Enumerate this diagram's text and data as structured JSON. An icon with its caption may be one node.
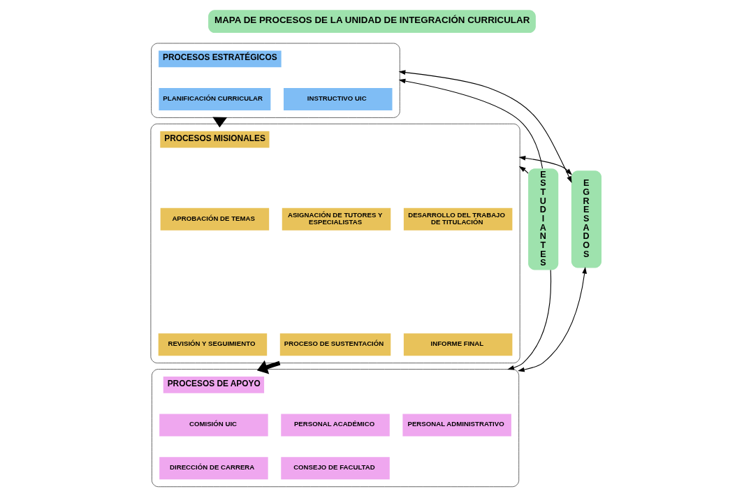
{
  "diagram": {
    "title": "MAPA DE PROCESOS DE LA UNIDAD DE INTEGRACIÓN CURRICULAR",
    "nodes": [
      {
        "text": [
          "ESTUDIANTES"
        ]
      },
      {
        "text": [],
        "shape": "box"
      },
      {
        "text": [
          "PROCESOS ESTRATÉGICOS"
        ],
        "in": 1
      },
      {
        "text": [
          "PLANIFICACIÓN CURRICULAR"
        ],
        "in": 1
      },
      {
        "text": [
          "INSTRUCTIVO UIC"
        ],
        "in": 1
      },
      {
        "text": [],
        "shape": "box"
      },
      {
        "text": [
          "PROCESOS MISIONALES"
        ],
        "in": 5
      },
      {
        "text": [
          "APROBACIÓN DE TEMAS"
        ],
        "in": 5
      },
      {
        "text": [
          "ASIGNACIÓN DE TUTORES Y ESPECIALISTAS"
        ],
        "in": 5
      },
      {
        "text": [
          "DESARROLLO DEL TRABAJO DE TITULACIÓN"
        ],
        "in": 5
      },
      {
        "text": [
          "REVISIÓN Y SEGUIMIENTO"
        ],
        "in": 5
      },
      {
        "text": [
          "PROCESO DE SUSTENTACIÓN"
        ],
        "in": 5
      },
      {
        "text": [
          "INFORME FINAL"
        ],
        "in": 5
      },
      {
        "text": [],
        "shape": "box"
      },
      {
        "text": [
          "PROCESOS DE APOYO"
        ],
        "in": 13
      },
      {
        "text": [
          "COMISIÓN UIC"
        ],
        "in": 13
      },
      {
        "text": [
          "PERSONAL ACADÉMICO"
        ],
        "in": 13
      },
      {
        "text": [
          "PERSONAL ADMINISTRATIVO"
        ],
        "in": 13
      },
      {
        "text": [
          "DIRECCIÓN DE CARRERA"
        ],
        "in": 13
      },
      {
        "text": [
          "CONSEJO DE FACULTAD"
        ],
        "in": 13
      },
      {
        "text": [
          "EGRESADOS"
        ]
      }
    ],
    "edges": [
      {
        "from": 0,
        "to": 1,
        "arrow": "to"
      },
      {
        "from": 0,
        "to": 5,
        "arrow": "to"
      },
      {
        "from": 0,
        "to": 13,
        "arrow": "to"
      },
      {
        "from": 1,
        "to": 5,
        "arrow": "to",
        "style": "thick"
      },
      {
        "from": 5,
        "to": 13,
        "arrow": "to",
        "style": "thick"
      },
      {
        "from": 1,
        "to": 20,
        "arrow": "both"
      },
      {
        "from": 5,
        "to": 20,
        "arrow": "both"
      },
      {
        "from": 13,
        "to": 20,
        "arrow": "both"
      }
    ]
  }
}
